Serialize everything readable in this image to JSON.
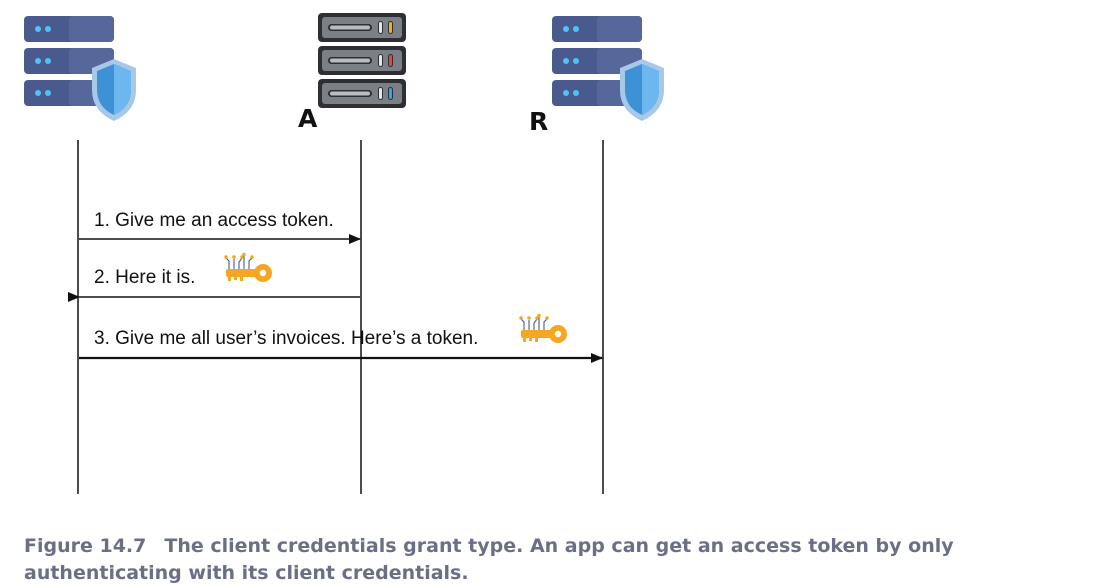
{
  "participants": {
    "client": {
      "label": "",
      "icon": "server-shield-icon"
    },
    "auth_server": {
      "label": "A",
      "icon": "server-rack-icon"
    },
    "resource_server": {
      "label": "R",
      "icon": "server-shield-icon"
    }
  },
  "messages": [
    {
      "text": "1. Give me an access token.",
      "from": "client",
      "to": "auth_server",
      "icon": ""
    },
    {
      "text": "2. Here it is.",
      "from": "auth_server",
      "to": "client",
      "icon": "key-icon"
    },
    {
      "text": "3. Give me all user’s invoices. Here’s a token.",
      "from": "client",
      "to": "resource_server",
      "icon": "key-icon"
    }
  ],
  "caption": {
    "figure": "Figure 14.7",
    "text": "The client credentials grant type. An app can get an access token by only authenticating with its client credentials."
  },
  "colors": {
    "server_body": "#4a5a8c",
    "server_light": "#5a6da3",
    "server_dots": "#4fc3f7",
    "shield": "#4aa3df",
    "shield_light": "#9fd3f5",
    "rack_body": "#7b7f86",
    "rack_dark": "#2e2f33",
    "key": "#f5a623",
    "caption": "#6b6f86"
  }
}
